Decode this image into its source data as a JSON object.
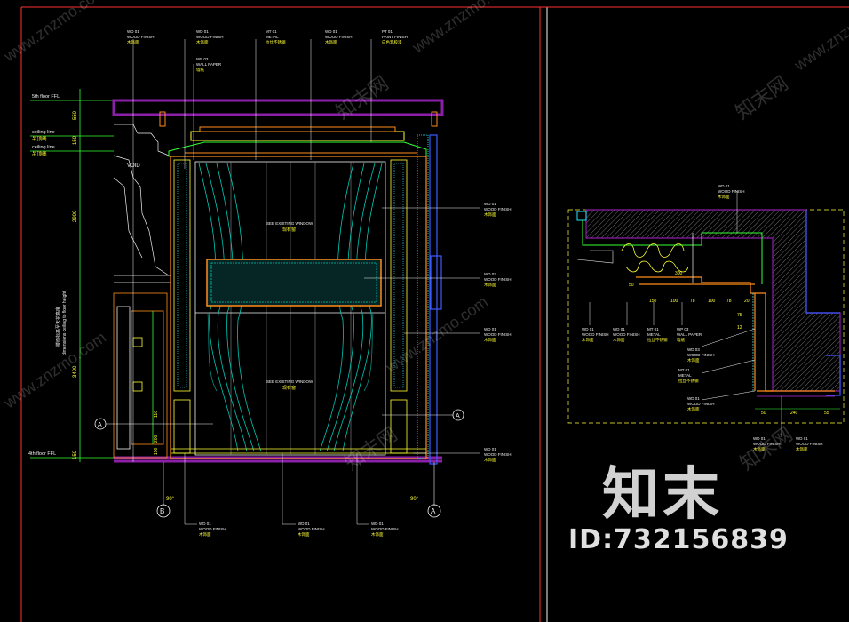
{
  "left_view": {
    "levels": {
      "floor_5": "5th floor FFL",
      "ceiling_1": "ceiling line",
      "ceiling_1_cn": "吊顶线",
      "ceiling_2": "ceiling line",
      "ceiling_2_cn": "吊顶线",
      "floor_4": "4th floor FFL",
      "side_note_en": "dimensions ceiling to floor height",
      "side_note_cn": "楼面标高至天花高度"
    },
    "dimensions": [
      "550",
      "150",
      "2900",
      "3400",
      "150"
    ],
    "void_label": "VOID",
    "window_upper": "SEE EXISTING WINDOW",
    "window_upper_cn": "现有窗",
    "window_lower": "SEE EXISTING WINDOW",
    "window_lower_cn": "现有窗",
    "grid_b": "B",
    "grid_a": "A",
    "angle_b": "90°",
    "angle_a": "90°",
    "section_mark": "A",
    "top_tags": [
      {
        "code": "WD 01",
        "spec": "WOOD FINISH",
        "cn": "木饰面"
      },
      {
        "code": "WD 01",
        "spec": "WOOD FINISH",
        "cn": "木饰面"
      },
      {
        "code": "MT 01",
        "spec": "METAL",
        "cn": "拉丝不锈钢"
      },
      {
        "code": "WD 01",
        "spec": "WOOD FINISH",
        "cn": "木饰面"
      },
      {
        "code": "PT 01",
        "spec": "PAINT FINISH",
        "cn": "白色乳胶漆"
      }
    ],
    "top_tag_2b": {
      "code": "WP 03",
      "spec": "WALL PAPER",
      "cn": "墙纸"
    },
    "right_tags": [
      {
        "code": "WD 01",
        "spec": "WOOD FINISH",
        "cn": "木饰面"
      },
      {
        "code": "WD 03",
        "spec": "WOOD FINISH",
        "cn": "木饰面"
      },
      {
        "code": "WD 01",
        "spec": "WOOD FINISH",
        "cn": "木饰面"
      },
      {
        "code": "WD 01",
        "spec": "WOOD FINISH",
        "cn": "木饰面"
      }
    ],
    "bottom_tags": [
      {
        "code": "WD 01",
        "spec": "WOOD FINISH",
        "cn": "木饰面"
      },
      {
        "code": "WD 01",
        "spec": "WOOD FINISH",
        "cn": "木饰面"
      },
      {
        "code": "WD 01",
        "spec": "WOOD FINISH",
        "cn": "木饰面"
      }
    ]
  },
  "right_view": {
    "top_tag": {
      "code": "WD 01",
      "spec": "WOOD FINISH",
      "cn": "木饰面"
    },
    "dim_row": [
      "150",
      "100",
      "78",
      "100",
      "78",
      "20"
    ],
    "dim_row2": [
      "50",
      "300"
    ],
    "dim_bottom": [
      "50",
      "240",
      "55"
    ],
    "dim_vert": [
      "75",
      "12"
    ],
    "left_tags": [
      {
        "code": "WD 01",
        "spec": "WOOD FINISH",
        "cn": "木饰面"
      },
      {
        "code": "WD 01",
        "spec": "WOOD FINISH",
        "cn": "木饰面"
      },
      {
        "code": "MT 01",
        "spec": "METAL",
        "cn": "拉丝不锈钢"
      },
      {
        "code": "WP 03",
        "spec": "WALL PAPER",
        "cn": "墙纸"
      }
    ],
    "mid_tags": [
      {
        "code": "WD 03",
        "spec": "WOOD FINISH",
        "cn": "木饰面"
      },
      {
        "code": "MT 01",
        "spec": "METAL",
        "cn": "拉丝不锈钢"
      },
      {
        "code": "WD 01",
        "spec": "WOOD FINISH",
        "cn": "木饰面"
      }
    ],
    "bottom_tag": {
      "code": "WD 01",
      "spec": "WOOD FINISH",
      "cn": "木饰面"
    }
  },
  "watermark": {
    "logo": "知末",
    "id": "ID:732156839",
    "site": "www.znzmo.com",
    "site_cn": "知末网"
  },
  "colors": {
    "bg": "#000000",
    "wall": "#8b1fa8",
    "frame": "#ff8c1a",
    "line_yellow": "#ffff33",
    "line_white": "#f2f2f2",
    "line_green": "#33ff33",
    "curtain": "#00c8b4",
    "blue": "#3d5aff",
    "cyan": "#22e6ff",
    "red": "#ff3030"
  }
}
